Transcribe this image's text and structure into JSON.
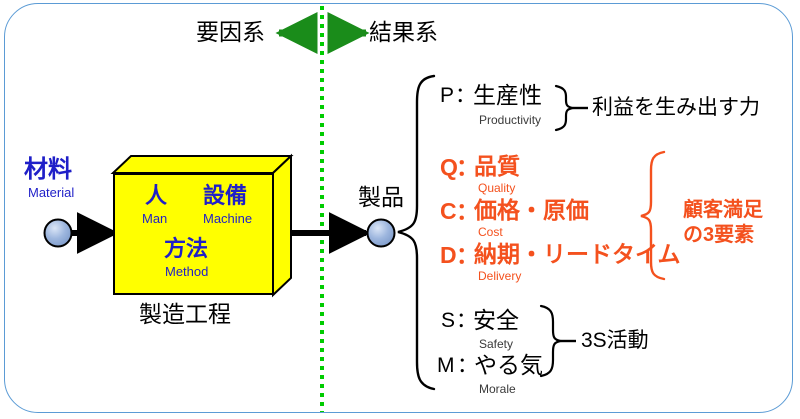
{
  "frame": {
    "border_color": "#5b9bd5"
  },
  "header": {
    "left_label": "要因系",
    "right_label": "結果系",
    "divider_color": "#00cc00",
    "arrow_color": "#1a8c1a"
  },
  "input": {
    "jp": "材料",
    "en": "Material",
    "color": "#1f1fc8"
  },
  "process_box": {
    "caption": "製造工程",
    "fill_color": "#ffff00",
    "items": [
      {
        "jp": "人",
        "en": "Man"
      },
      {
        "jp": "設備",
        "en": "Machine"
      },
      {
        "jp": "方法",
        "en": "Method"
      }
    ]
  },
  "output": {
    "jp": "製品"
  },
  "results": {
    "productivity": {
      "key": "P",
      "sep": "：",
      "jp": "生産性",
      "en": "Productivity",
      "note": "利益を生み出す力",
      "color": "#000000"
    },
    "customer_satisfaction": {
      "color": "#f4511e",
      "group_label_line1": "顧客満足",
      "group_label_line2": "の3要素",
      "items": [
        {
          "key": "Q",
          "sep": "：",
          "jp": "品質",
          "en": "Quality"
        },
        {
          "key": "C",
          "sep": "：",
          "jp": "価格・原価",
          "en": "Cost"
        },
        {
          "key": "D",
          "sep": "：",
          "jp": "納期・リードタイム",
          "en": "Delivery"
        }
      ]
    },
    "three_s": {
      "group_label": "3S活動",
      "color": "#000000",
      "items": [
        {
          "key": "S",
          "sep": "：",
          "jp": "安全",
          "en": "Safety"
        },
        {
          "key": "M",
          "sep": "：",
          "jp": "やる気",
          "en": "Morale"
        }
      ]
    }
  }
}
